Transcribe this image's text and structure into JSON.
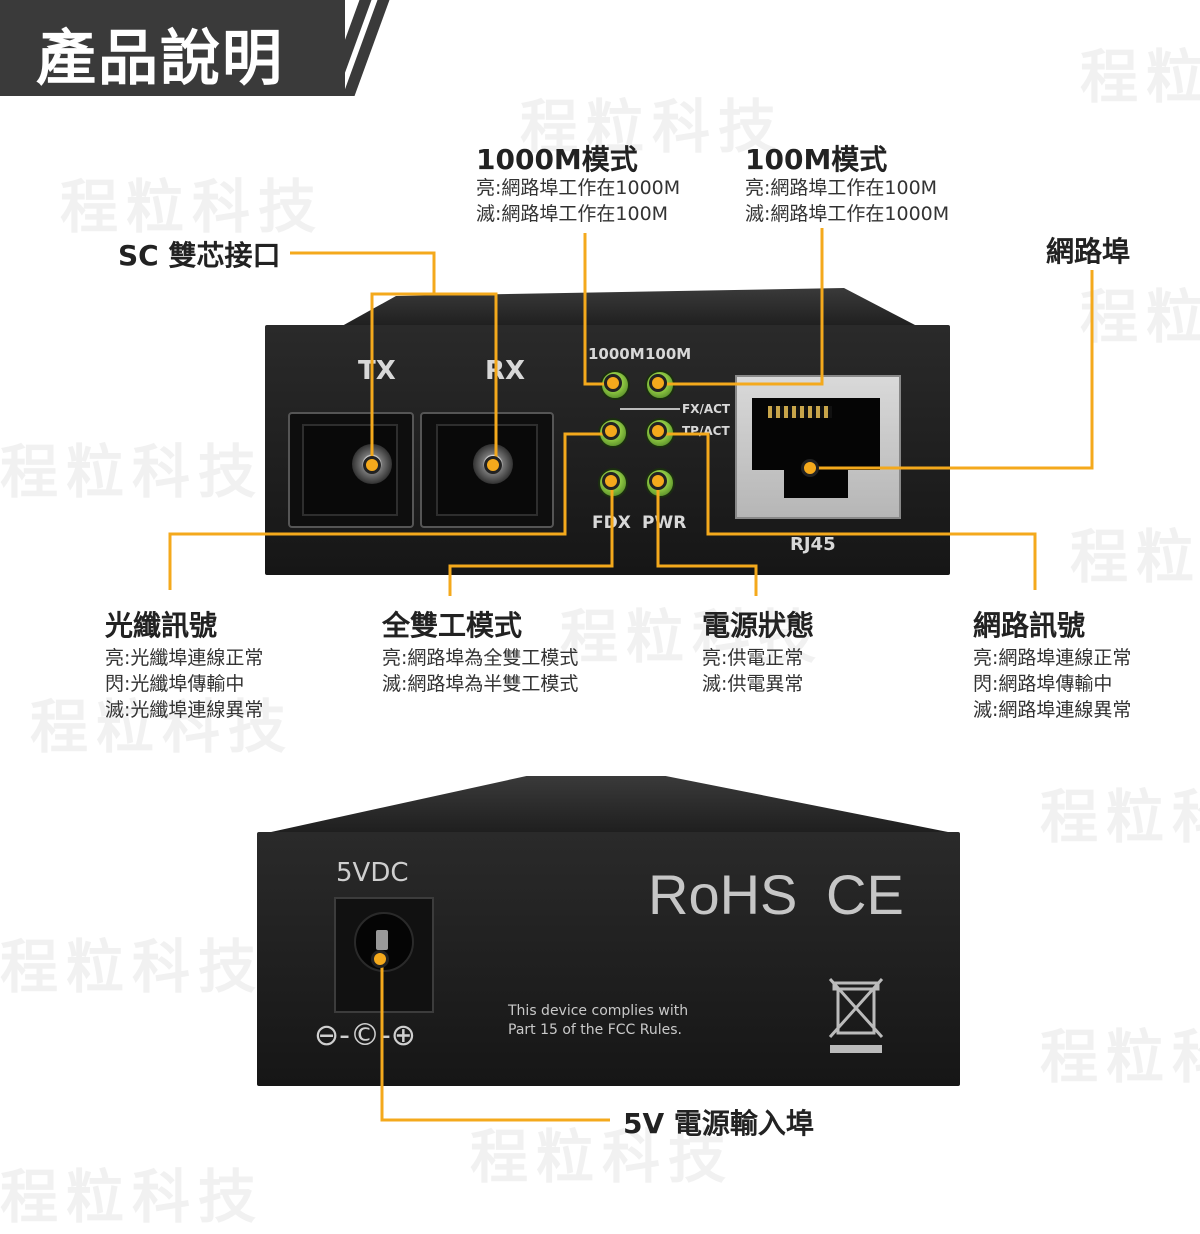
{
  "header": {
    "title": "產品說明"
  },
  "watermark": {
    "text": "程粒科技"
  },
  "callouts": {
    "mode_1000": {
      "title": "1000M模式",
      "lines": [
        "亮:網路埠工作在1000M",
        "滅:網路埠工作在100M"
      ]
    },
    "mode_100": {
      "title": "100M模式",
      "lines": [
        "亮:網路埠工作在100M",
        "滅:網路埠工作在1000M"
      ]
    },
    "sc_port": {
      "title": "SC 雙芯接口"
    },
    "lan_port": {
      "title": "網路埠"
    },
    "fiber_signal": {
      "title": "光纖訊號",
      "lines": [
        "亮:光纖埠連線正常",
        "閃:光纖埠傳輸中",
        "滅:光纖埠連線異常"
      ]
    },
    "duplex": {
      "title": "全雙工模式",
      "lines": [
        "亮:網路埠為全雙工模式",
        "滅:網路埠為半雙工模式"
      ]
    },
    "power": {
      "title": "電源狀態",
      "lines": [
        "亮:供電正常",
        "滅:供電異常"
      ]
    },
    "net_signal": {
      "title": "網路訊號",
      "lines": [
        "亮:網路埠連線正常",
        "閃:網路埠傳輸中",
        "滅:網路埠連線異常"
      ]
    },
    "power_input": {
      "title": "5V 電源輸入埠"
    }
  },
  "front_panel": {
    "tx": "TX",
    "rx": "RX",
    "led_1000m": "1000M",
    "led_100m": "100M",
    "fx_act": "FX/ACT",
    "tp_act": "TP/ACT",
    "fdx": "FDX",
    "pwr": "PWR",
    "rj45": "RJ45"
  },
  "back_panel": {
    "vdc": "5VDC",
    "rohs": "RoHS",
    "ce": "CE",
    "fcc_lines": [
      "This device complies with",
      "Part 15 of the FCC Rules."
    ],
    "polarity": "⊖-©-⊕"
  },
  "colors": {
    "accent": "#f4a91c",
    "banner": "#3a3a3a",
    "led": "#8bc540"
  }
}
